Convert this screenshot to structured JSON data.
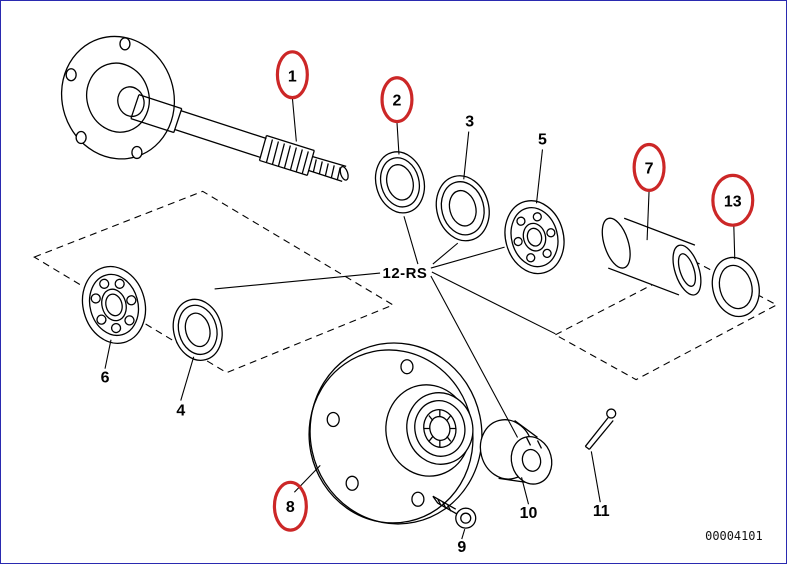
{
  "diagram": {
    "drawing_number": "00004101",
    "colors": {
      "highlight": "#cc2727",
      "line": "#000000",
      "frame": "#2a2ab0"
    },
    "labels": {
      "p1": "1",
      "p2": "2",
      "p3": "3",
      "p4": "4",
      "p5": "5",
      "p6": "6",
      "p7": "7",
      "p8": "8",
      "p9": "9",
      "p10": "10",
      "p11": "11",
      "p12rs": "12-RS",
      "p13": "13"
    },
    "highlighted_labels": [
      "1",
      "2",
      "7",
      "8",
      "13"
    ]
  }
}
